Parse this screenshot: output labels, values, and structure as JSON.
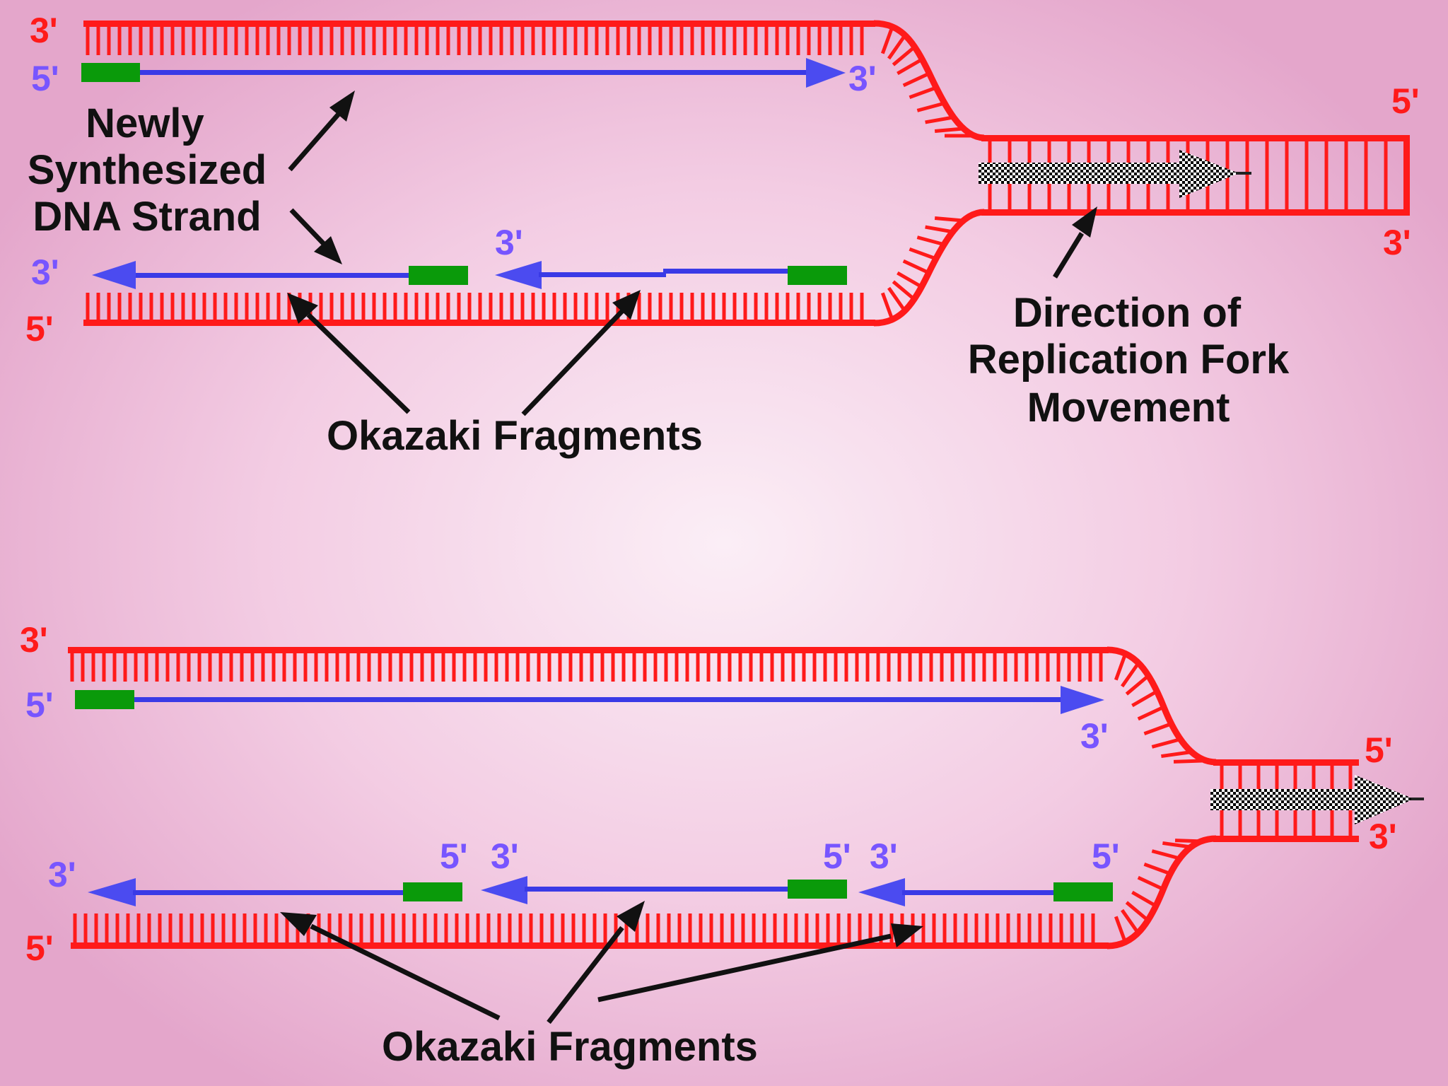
{
  "colors": {
    "parental_strand": "#ff1a1a",
    "new_strand": "#3a3ae6",
    "primer": "#0a9a0a",
    "end_label_red": "#ff1a1a",
    "end_label_blue": "#7755ff",
    "annotation": "#111111"
  },
  "top_panel": {
    "labels": {
      "top_left_3": "3'",
      "top_left_5": "5'",
      "leading_end_3": "3'",
      "bottom_left_3": "3'",
      "bottom_left_5": "5'",
      "fragment_end_3": "3'",
      "fork_right_5": "5'",
      "fork_right_3": "3'"
    },
    "newly_synthesized": [
      "Newly",
      "Synthesized",
      "DNA Strand"
    ],
    "direction": [
      "Direction of",
      "Replication Fork",
      "Movement"
    ],
    "okazaki": "Okazaki Fragments"
  },
  "bottom_panel": {
    "labels": {
      "top_left_3": "3'",
      "top_left_5": "5'",
      "leading_end_3": "3'",
      "fork_right_5": "5'",
      "fork_right_3": "3'",
      "bottom_left_3": "3'",
      "bottom_left_5": "5'",
      "frag1_5": "5'",
      "frag2_3": "3'",
      "frag2_5": "5'",
      "frag3_3": "3'",
      "frag3_5": "5'"
    },
    "okazaki": "Okazaki Fragments"
  }
}
